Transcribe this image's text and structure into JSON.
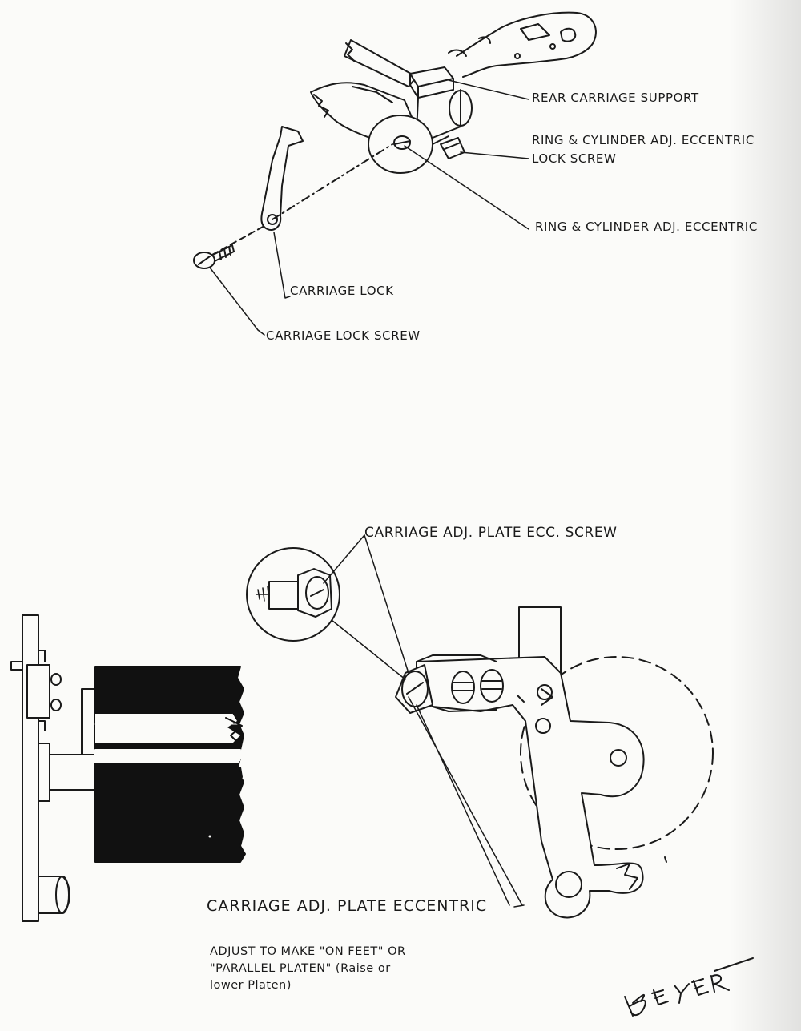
{
  "top_diagram": {
    "labels": {
      "rear_carriage_support": "REAR CARRIAGE SUPPORT",
      "eccentric_lock_screw_line1": "RING & CYLINDER ADJ. ECCENTRIC",
      "eccentric_lock_screw_line2": "LOCK SCREW",
      "eccentric": "RING & CYLINDER ADJ. ECCENTRIC",
      "carriage_lock": "CARRIAGE LOCK",
      "carriage_lock_screw": "CARRIAGE LOCK SCREW"
    }
  },
  "bottom_diagram": {
    "labels": {
      "plate_ecc_screw": "CARRIAGE ADJ. PLATE ECC. SCREW",
      "plate_eccentric": "CARRIAGE ADJ. PLATE ECCENTRIC"
    },
    "note_lines": [
      "ADJUST TO MAKE \"ON FEET\" OR",
      "\"PARALLEL PLATEN\" (Raise or",
      "lower Platen)"
    ]
  },
  "signature": "BEYER",
  "colors": {
    "ink": "#1a1a1a",
    "paper": "#fbfbf9"
  }
}
